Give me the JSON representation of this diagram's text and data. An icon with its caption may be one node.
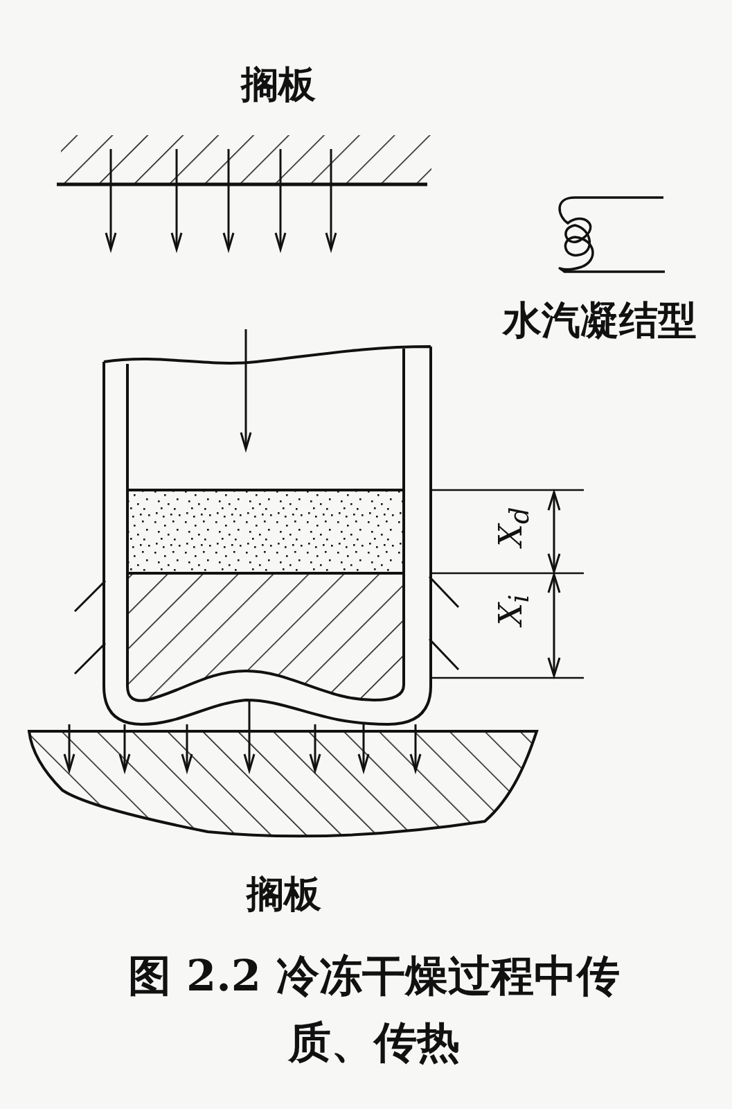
{
  "diagram": {
    "caption": "图 2.2  冷冻干燥过程中传质、传热",
    "labels": [
      "搁板",
      "水汽凝结型",
      "X$_{d}$",
      "X$_{i}$",
      "搁板"
    ]
  }
}
